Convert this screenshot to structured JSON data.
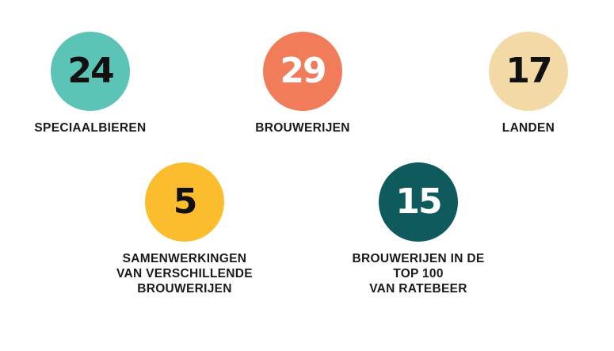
{
  "stats": [
    {
      "number": "24",
      "label_lines": [
        "SPECIAALBIEREN"
      ],
      "circle_color": "#5bc4b6",
      "number_color": "#111111"
    },
    {
      "number": "29",
      "label_lines": [
        "BROUWERIJEN"
      ],
      "circle_color": "#f07c5a",
      "number_color": "#ffffff"
    },
    {
      "number": "17",
      "label_lines": [
        "LANDEN"
      ],
      "circle_color": "#f2d9a6",
      "number_color": "#111111"
    },
    {
      "number": "5",
      "label_lines": [
        "SAMENWERKINGEN",
        "VAN VERSCHILLENDE",
        "BROUWERIJEN"
      ],
      "circle_color": "#fbbd2d",
      "number_color": "#111111"
    },
    {
      "number": "15",
      "label_lines": [
        "BROUWERIJEN IN DE",
        "TOP 100",
        "VAN RATEBEER"
      ],
      "circle_color": "#0f5a5d",
      "number_color": "#ffffff"
    }
  ]
}
